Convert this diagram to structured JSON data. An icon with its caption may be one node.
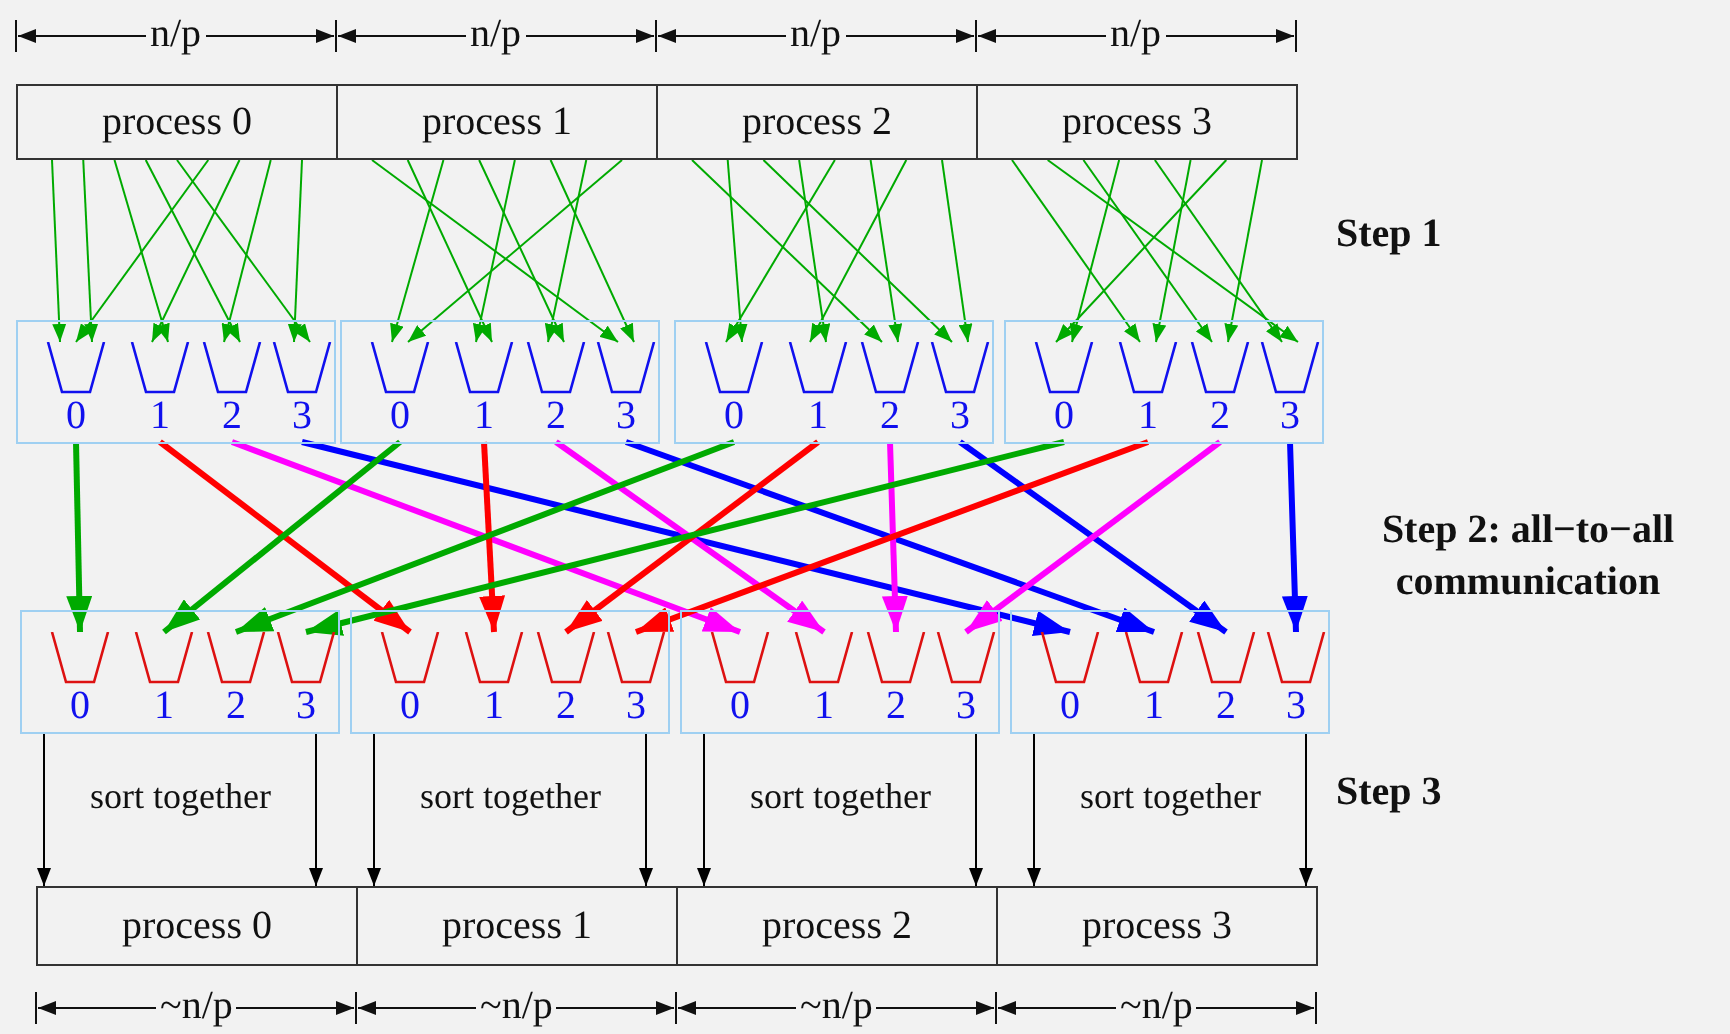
{
  "diagram": {
    "nodes": [
      {
        "text": [
          "process 0"
        ]
      },
      {
        "text": [
          "process 1"
        ]
      },
      {
        "text": [
          "process 2"
        ]
      },
      {
        "text": [
          "process 3"
        ]
      },
      {
        "text": [],
        "shape": "box"
      },
      {
        "text": [
          "0"
        ],
        "in": 4
      },
      {
        "text": [
          "1"
        ],
        "in": 4
      },
      {
        "text": [
          "2"
        ],
        "in": 4
      },
      {
        "text": [
          "3"
        ],
        "in": 4
      },
      {
        "text": [],
        "shape": "box"
      },
      {
        "text": [
          "0"
        ],
        "in": 9
      },
      {
        "text": [
          "1"
        ],
        "in": 9
      },
      {
        "text": [
          "2"
        ],
        "in": 9
      },
      {
        "text": [
          "3"
        ],
        "in": 9
      },
      {
        "text": [],
        "shape": "box"
      },
      {
        "text": [
          "0"
        ],
        "in": 14
      },
      {
        "text": [
          "1"
        ],
        "in": 14
      },
      {
        "text": [
          "2"
        ],
        "in": 14
      },
      {
        "text": [
          "3"
        ],
        "in": 14
      },
      {
        "text": [],
        "shape": "box"
      },
      {
        "text": [
          "0"
        ],
        "in": 19
      },
      {
        "text": [
          "1"
        ],
        "in": 19
      },
      {
        "text": [
          "2"
        ],
        "in": 19
      },
      {
        "text": [
          "3"
        ],
        "in": 19
      },
      {
        "text": [],
        "shape": "box"
      },
      {
        "text": [
          "0"
        ],
        "in": 24
      },
      {
        "text": [
          "1"
        ],
        "in": 24
      },
      {
        "text": [
          "2"
        ],
        "in": 24
      },
      {
        "text": [
          "3"
        ],
        "in": 24
      },
      {
        "text": [],
        "shape": "box"
      },
      {
        "text": [
          "0"
        ],
        "in": 29
      },
      {
        "text": [
          "1"
        ],
        "in": 29
      },
      {
        "text": [
          "2"
        ],
        "in": 29
      },
      {
        "text": [
          "3"
        ],
        "in": 29
      },
      {
        "text": [],
        "shape": "box"
      },
      {
        "text": [
          "0"
        ],
        "in": 34
      },
      {
        "text": [
          "1"
        ],
        "in": 34
      },
      {
        "text": [
          "2"
        ],
        "in": 34
      },
      {
        "text": [
          "3"
        ],
        "in": 34
      },
      {
        "text": [],
        "shape": "box"
      },
      {
        "text": [
          "0"
        ],
        "in": 39
      },
      {
        "text": [
          "1"
        ],
        "in": 39
      },
      {
        "text": [
          "2"
        ],
        "in": 39
      },
      {
        "text": [
          "3"
        ],
        "in": 39
      },
      {
        "text": [
          "process 0"
        ]
      },
      {
        "text": [
          "process 1"
        ]
      },
      {
        "text": [
          "process 2"
        ]
      },
      {
        "text": [
          "process 3"
        ]
      }
    ],
    "edges": [
      {
        "from": 0,
        "to": 5,
        "arrow": "to"
      },
      {
        "from": 0,
        "to": 5,
        "arrow": "to"
      },
      {
        "from": 0,
        "to": 5,
        "arrow": "to"
      },
      {
        "from": 0,
        "to": 6,
        "arrow": "to"
      },
      {
        "from": 0,
        "to": 6,
        "arrow": "to"
      },
      {
        "from": 0,
        "to": 7,
        "arrow": "to"
      },
      {
        "from": 0,
        "to": 7,
        "arrow": "to"
      },
      {
        "from": 0,
        "to": 8,
        "arrow": "to"
      },
      {
        "from": 0,
        "to": 8,
        "arrow": "to"
      },
      {
        "from": 1,
        "to": 10,
        "arrow": "to"
      },
      {
        "from": 1,
        "to": 10,
        "arrow": "to"
      },
      {
        "from": 1,
        "to": 11,
        "arrow": "to"
      },
      {
        "from": 1,
        "to": 11,
        "arrow": "to"
      },
      {
        "from": 1,
        "to": 12,
        "arrow": "to"
      },
      {
        "from": 1,
        "to": 12,
        "arrow": "to"
      },
      {
        "from": 1,
        "to": 13,
        "arrow": "to"
      },
      {
        "from": 1,
        "to": 13,
        "arrow": "to"
      },
      {
        "from": 2,
        "to": 15,
        "arrow": "to"
      },
      {
        "from": 2,
        "to": 15,
        "arrow": "to"
      },
      {
        "from": 2,
        "to": 16,
        "arrow": "to"
      },
      {
        "from": 2,
        "to": 16,
        "arrow": "to"
      },
      {
        "from": 2,
        "to": 17,
        "arrow": "to"
      },
      {
        "from": 2,
        "to": 17,
        "arrow": "to"
      },
      {
        "from": 2,
        "to": 18,
        "arrow": "to"
      },
      {
        "from": 2,
        "to": 18,
        "arrow": "to"
      },
      {
        "from": 3,
        "to": 20,
        "arrow": "to"
      },
      {
        "from": 3,
        "to": 20,
        "arrow": "to"
      },
      {
        "from": 3,
        "to": 21,
        "arrow": "to"
      },
      {
        "from": 3,
        "to": 21,
        "arrow": "to"
      },
      {
        "from": 3,
        "to": 22,
        "arrow": "to"
      },
      {
        "from": 3,
        "to": 22,
        "arrow": "to"
      },
      {
        "from": 3,
        "to": 23,
        "arrow": "to"
      },
      {
        "from": 3,
        "to": 23,
        "arrow": "to"
      },
      {
        "from": 5,
        "to": 25,
        "arrow": "to",
        "style": "thick",
        "color": "#00aa00"
      },
      {
        "from": 6,
        "to": 30,
        "arrow": "to",
        "style": "thick",
        "color": "#ff0000"
      },
      {
        "from": 7,
        "to": 35,
        "arrow": "to",
        "style": "thick",
        "color": "#ff00ff"
      },
      {
        "from": 8,
        "to": 40,
        "arrow": "to",
        "style": "thick",
        "color": "#0000ff"
      },
      {
        "from": 10,
        "to": 26,
        "arrow": "to",
        "style": "thick",
        "color": "#00aa00"
      },
      {
        "from": 11,
        "to": 31,
        "arrow": "to",
        "style": "thick",
        "color": "#ff0000"
      },
      {
        "from": 12,
        "to": 36,
        "arrow": "to",
        "style": "thick",
        "color": "#ff00ff"
      },
      {
        "from": 13,
        "to": 41,
        "arrow": "to",
        "style": "thick",
        "color": "#0000ff"
      },
      {
        "from": 15,
        "to": 27,
        "arrow": "to",
        "style": "thick",
        "color": "#00aa00"
      },
      {
        "from": 16,
        "to": 32,
        "arrow": "to",
        "style": "thick",
        "color": "#ff0000"
      },
      {
        "from": 17,
        "to": 37,
        "arrow": "to",
        "style": "thick",
        "color": "#ff00ff"
      },
      {
        "from": 18,
        "to": 42,
        "arrow": "to",
        "style": "thick",
        "color": "#0000ff"
      },
      {
        "from": 20,
        "to": 28,
        "arrow": "to",
        "style": "thick",
        "color": "#00aa00"
      },
      {
        "from": 21,
        "to": 33,
        "arrow": "to",
        "style": "thick",
        "color": "#ff0000"
      },
      {
        "from": 22,
        "to": 38,
        "arrow": "to",
        "style": "thick",
        "color": "#ff00ff"
      },
      {
        "from": 23,
        "to": 43,
        "arrow": "to",
        "style": "thick",
        "color": "#0000ff"
      },
      {
        "from": 24,
        "to": 44,
        "arrow": "to",
        "color": "#000000"
      },
      {
        "from": 24,
        "to": 44,
        "arrow": "to",
        "color": "#000000"
      },
      {
        "from": 29,
        "to": 45,
        "arrow": "to",
        "color": "#000000"
      },
      {
        "from": 29,
        "to": 45,
        "arrow": "to",
        "color": "#000000"
      },
      {
        "from": 34,
        "to": 46,
        "arrow": "to",
        "color": "#000000"
      },
      {
        "from": 34,
        "to": 46,
        "arrow": "to",
        "color": "#000000"
      },
      {
        "from": 39,
        "to": 47,
        "arrow": "to",
        "color": "#000000"
      },
      {
        "from": 39,
        "to": 47,
        "arrow": "to",
        "color": "#000000"
      }
    ],
    "labels": [
      "n/p",
      "n/p",
      "n/p",
      "n/p",
      "Step 1",
      "Step 2: all−to−all communication",
      "sort together",
      "sort together",
      "sort together",
      "sort together",
      "Step 3",
      "~n/p",
      "~n/p",
      "~n/p",
      "~n/p"
    ]
  }
}
